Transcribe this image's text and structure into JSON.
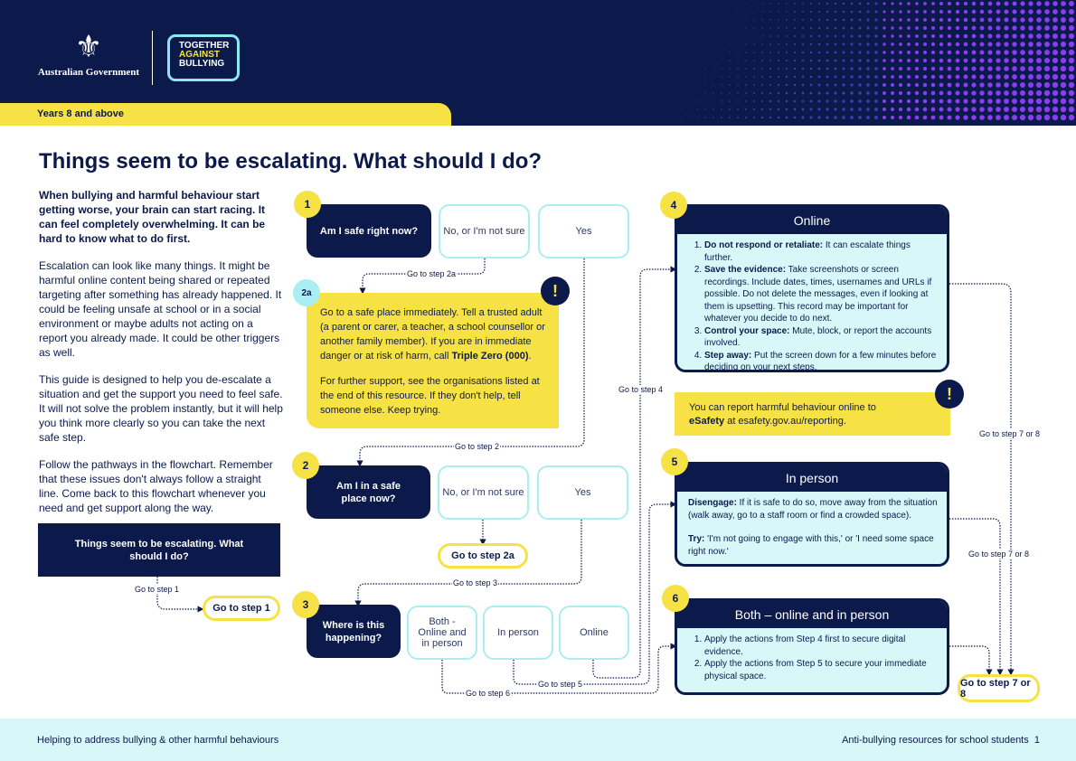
{
  "header": {
    "gov_name": "Australian Government",
    "logo_line1": "TOGETHER",
    "logo_line2": "AGAINST",
    "logo_line3": "BULLYING",
    "years": "Years 8 and above"
  },
  "title": "Things seem to be escalating. What should I do?",
  "intro": {
    "p1": "When bullying and harmful behaviour start getting worse, your brain can start racing. It can feel completely overwhelming. It can be hard to know what to do first.",
    "p2": "Escalation can look like many things. It might be harmful online content being shared or repeated targeting after something has already happened. It could be feeling unsafe at school or in a social environment or maybe adults not acting on a report you already made. It could be other triggers as well.",
    "p3": "This guide is designed to help you de-escalate a situation and get the support you need to feel safe. It will not solve the problem instantly, but it will help you think more clearly so you can take the next safe step.",
    "p4": "Follow the pathways in the flowchart. Remember that these issues don't always follow a straight line. Come back to this flowchart whenever you need and get support along the way.",
    "start_box": "Things seem to be escalating. What should I do?",
    "goto1_label": "Go to step 1",
    "goto1_button": "Go to step 1"
  },
  "step1": {
    "num": "1",
    "question": "Am I safe right now?",
    "opt_no": "No, or I'm not sure",
    "opt_yes": "Yes",
    "label_2a": "Go to step 2a",
    "label_2": "Go to step 2"
  },
  "step2a": {
    "num": "2a",
    "p1_a": "Go to a safe place immediately. Tell a trusted adult (a parent or carer, a teacher, a school counsellor or another family member). If you are in immediate danger or at risk of harm, call ",
    "p1_bold": "Triple Zero (000)",
    "p1_end": ".",
    "p2": "For further support, see the organisations listed at the end of this resource. If they don't help, tell someone else. Keep trying.",
    "warn": "!"
  },
  "step2": {
    "num": "2",
    "question": "Am I in a safe place now?",
    "opt_no": "No, or I'm not sure",
    "opt_yes": "Yes",
    "goto_button": "Go to step 2a",
    "label_3": "Go to step 3"
  },
  "step3": {
    "num": "3",
    "question": "Where is this happening?",
    "opt_both": "Both - Online and in person",
    "opt_person": "In person",
    "opt_online": "Online",
    "label_4": "Go to step 4",
    "label_5": "Go to step 5",
    "label_6": "Go to step 6"
  },
  "step4": {
    "num": "4",
    "heading": "Online",
    "items": [
      {
        "bold": "Do not respond or retaliate:",
        "text": " It can escalate things further."
      },
      {
        "bold": "Save the evidence:",
        "text": " Take screenshots or screen recordings. Include dates, times, usernames and URLs if possible. Do not delete the messages, even if looking at them is upsetting. This record may be important for whatever you decide to do next."
      },
      {
        "bold": "Control your space:",
        "text": " Mute, block, or report the accounts involved."
      },
      {
        "bold": "Step away:",
        "text": " Put the screen down for a few minutes before deciding on your next steps."
      }
    ],
    "report_a": "You can report harmful behaviour online to ",
    "report_bold": "eSafety",
    "report_b": " at esafety.gov.au/reporting.",
    "warn": "!",
    "label_78": "Go to step 7 or 8"
  },
  "step5": {
    "num": "5",
    "heading": "In person",
    "disengage_bold": "Disengage:",
    "disengage_text": " If it is safe to do so, move away from the situation (walk away, go to a staff room or find a crowded space).",
    "try_bold": "Try:",
    "try_text": " 'I'm not going to engage with this,' or 'I need some space right now.'",
    "label_78": "Go to step 7 or 8"
  },
  "step6": {
    "num": "6",
    "heading": "Both – online and in person",
    "items": [
      "Apply the actions from Step 4 first to secure digital evidence.",
      "Apply the actions from Step 5 to secure your immediate physical space."
    ],
    "goto_button": "Go to step 7 or 8"
  },
  "footer": {
    "left": "Helping to address bullying & other harmful behaviours",
    "right": "Anti-bullying resources for school students",
    "page": "1"
  }
}
